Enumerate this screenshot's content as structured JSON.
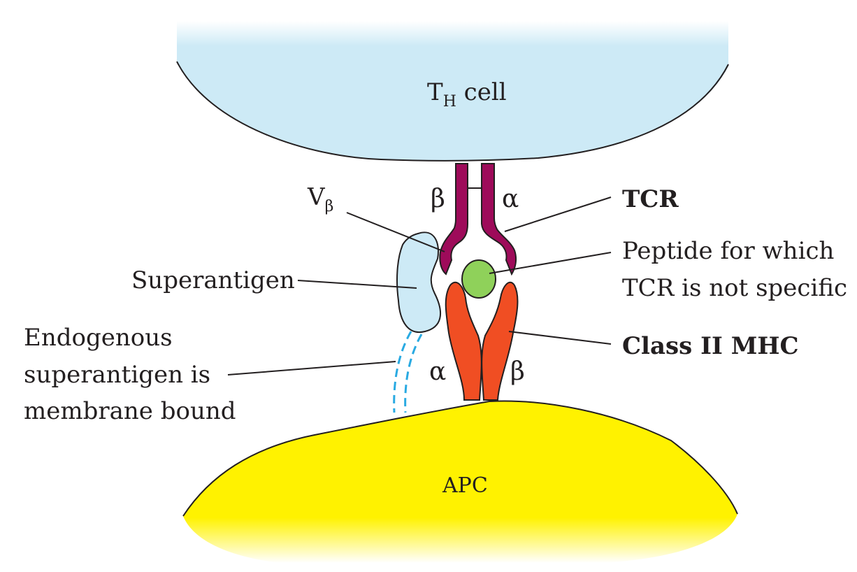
{
  "cells": {
    "th_cell": {
      "main": "T",
      "sub": "H",
      "rest": " cell"
    },
    "apc": "APC"
  },
  "labels": {
    "tcr": "TCR",
    "v_beta": {
      "main": "V",
      "sub": "β"
    },
    "tcr_beta": "β",
    "tcr_alpha": "α",
    "peptide_line1": "Peptide for which",
    "peptide_line2": "TCR is not specific",
    "superantigen": "Superantigen",
    "class2_mhc": "Class II MHC",
    "mhc_alpha": "α",
    "mhc_beta": "β",
    "endogenous_line1": "Endogenous",
    "endogenous_line2": "superantigen is",
    "endogenous_line3": "membrane bound"
  },
  "colors": {
    "th_cell_fill": "#cdeaf6",
    "apc_fill": "#fff200",
    "tcr_fill": "#9e0b5a",
    "mhc_fill": "#f04e23",
    "peptide_fill": "#8fd15a",
    "superantigen_fill": "#cdeaf6",
    "membrane_anchor": "#29aae2",
    "ink": "#231f20"
  }
}
